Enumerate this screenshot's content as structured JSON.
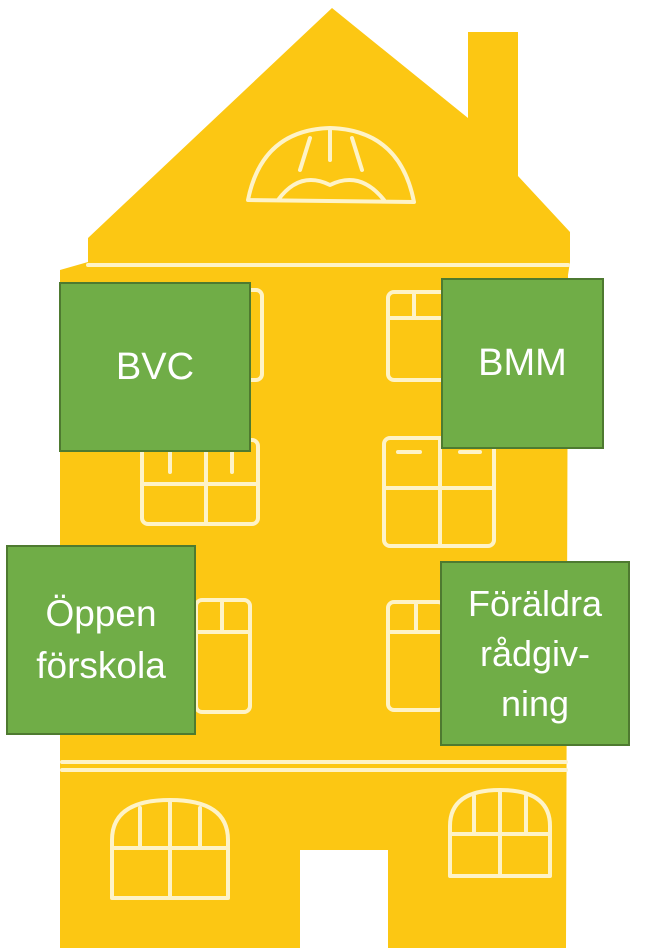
{
  "colors": {
    "house_fill": "#fcc713",
    "outline": "#fef3c7",
    "box_fill": "#70ad47",
    "box_border": "#4e7a30",
    "box_text": "#ffffff"
  },
  "boxes": {
    "bvc": {
      "lines": [
        "BVC"
      ]
    },
    "bmm": {
      "lines": [
        "BMM"
      ]
    },
    "oppen": {
      "lines": [
        "Öppen",
        "förskola"
      ]
    },
    "foraldra": {
      "lines": [
        "Föräldra",
        "rådgiv-",
        "ning"
      ]
    }
  }
}
